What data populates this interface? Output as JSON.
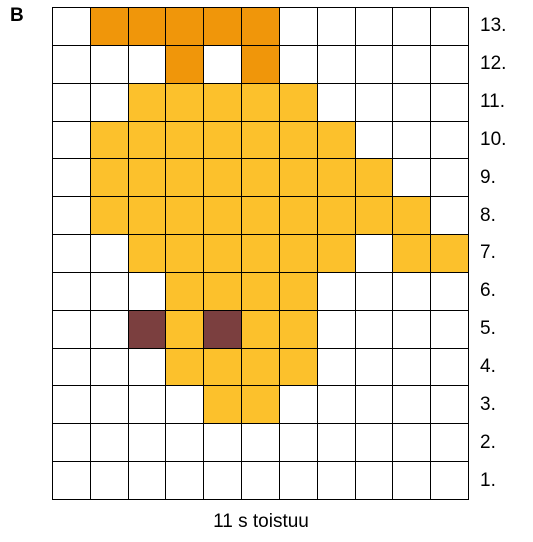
{
  "panel_label": "B",
  "caption": "11 s toistuu",
  "colors": {
    "empty": "#ffffff",
    "orange": "#f0960a",
    "yellow": "#fcc12c",
    "brown": "#7b3f3f"
  },
  "legend_codes": {
    ".": "empty",
    "O": "orange",
    "Y": "yellow",
    "B": "brown"
  },
  "rows": [
    {
      "label": "13.",
      "pattern": ".OOOOO....."
    },
    {
      "label": "12.",
      "pattern": "...O.O....."
    },
    {
      "label": "11.",
      "pattern": "..YYYYY...."
    },
    {
      "label": "10.",
      "pattern": ".YYYYYYY..."
    },
    {
      "label": "9.",
      "pattern": ".YYYYYYYY.."
    },
    {
      "label": "8.",
      "pattern": ".YYYYYYYYY."
    },
    {
      "label": "7.",
      "pattern": "..YYYYYY.YY"
    },
    {
      "label": "6.",
      "pattern": "...YYYY...."
    },
    {
      "label": "5.",
      "pattern": "..BYBYY...."
    },
    {
      "label": "4.",
      "pattern": "...YYYY...."
    },
    {
      "label": "3.",
      "pattern": "....YY....."
    },
    {
      "label": "2.",
      "pattern": "..........."
    },
    {
      "label": "1.",
      "pattern": "..........."
    }
  ]
}
